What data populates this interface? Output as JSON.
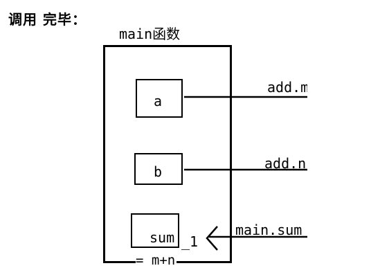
{
  "heading": "调用 完毕：",
  "frame": {
    "title": "main函数"
  },
  "variables": {
    "a": "a",
    "b": "b",
    "sum": "sum",
    "sum_suffix": "_1",
    "sum_expr": "= m+n"
  },
  "references": {
    "a": "add.m",
    "b": "add.n",
    "sum": "main.sum"
  },
  "colors": {
    "ink": "#000000",
    "background": "#ffffff"
  }
}
